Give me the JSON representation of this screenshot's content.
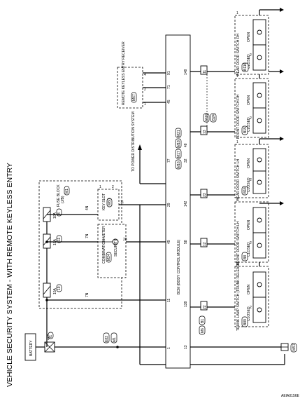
{
  "title": "VEHICLE SECURITY SYSTEM - WITH REMOTE KEYLESS ENTRY",
  "ref_code": "AEIA0156E",
  "battery": "BATTERY",
  "fusible_link": {
    "rating": "40A",
    "id": "f1"
  },
  "connectors_left": [
    "E83",
    "M1"
  ],
  "fuse_block": {
    "title": "FUSE BLOCK",
    "subtitle": "(J/B)",
    "conn": "M1"
  },
  "fuse1": {
    "rating": "10A",
    "id": "19"
  },
  "fuse2": {
    "rating": "10A",
    "id": "11"
  },
  "fuse3": {
    "rating": "10A",
    "id": "8"
  },
  "wire_labels": [
    "7N",
    "7N",
    "4N"
  ],
  "combination_meter": {
    "title": "COMBINATION METER",
    "conn": "M24",
    "indicator": "SECURITY",
    "pin_in": "1",
    "pin_out": "28"
  },
  "key_slot": {
    "title": "KEY SLOT",
    "conn": "M60",
    "pins": [
      "1",
      "2",
      "11"
    ]
  },
  "bcm": {
    "title": "BCM (BODY CONTROL MODULE)",
    "conns": [
      "M16",
      "M17",
      "M18",
      "M21"
    ]
  },
  "bcm_pins": [
    "1",
    "13",
    "11",
    "138",
    "49",
    "58",
    "29",
    "142",
    "77",
    "32",
    "48",
    "45",
    "71",
    "91",
    "148"
  ],
  "power_dist": "TO POWER DISTRIBUTION SYSTEM",
  "remote_keyless": {
    "title": "REMOTE KEYLESS ENTRY RECEIVER",
    "conn": "M67",
    "pins": [
      "1",
      "2",
      "4"
    ]
  },
  "switches": [
    {
      "name": "TRUNK LAMP SWITCH (TRUNK RELEASE SOLENOID)",
      "conn": "B89",
      "open": "OPEN",
      "closed": "CLOSED",
      "pins": [
        "1",
        "2"
      ]
    },
    {
      "name": "FRONT DOOR SWITCH LH",
      "conn": "B8",
      "open": "OPEN",
      "closed": "CLOSED",
      "pins": [
        "1",
        "2"
      ]
    },
    {
      "name": "REAR DOOR SWITCH LH",
      "conn": "B18",
      "open": "OPEN",
      "closed": "CLOSED",
      "pins": [
        "1",
        "2"
      ]
    },
    {
      "name": "FRONT DOOR SWITCH RH",
      "conn": "B15",
      "open": "OPEN",
      "closed": "CLOSED",
      "pins": [
        "1",
        "2"
      ]
    },
    {
      "name": "REAR DOOR SWITCH RH",
      "conn": "B116",
      "open": "OPEN",
      "closed": "CLOSED",
      "pins": [
        "1",
        "2"
      ]
    }
  ],
  "joint_connectors": [
    "M6",
    "B1",
    "B7"
  ],
  "junction_numbers": [
    "22",
    "12",
    "23",
    "13",
    "11"
  ],
  "ground": "M57",
  "inline_conn": [
    "M10",
    "B24"
  ]
}
